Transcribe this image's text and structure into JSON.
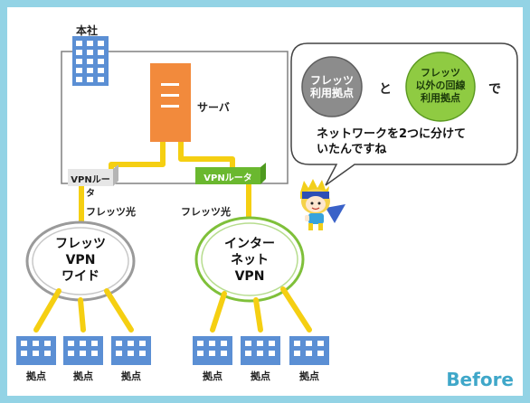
{
  "hq_label": "本社",
  "server_label": "サーバ",
  "router_left_label": "VPNルータ",
  "router_right_label": "VPNルータ",
  "line_left_label": "フレッツ光",
  "line_right_label": "フレッツ光",
  "cloud_left_label": "フレッツ\nVPN\nワイド",
  "cloud_right_label": "インター\nネット\nVPN",
  "branch_label": "拠点",
  "bubble": {
    "circle_gray": "フレッツ\n利用拠点",
    "connector_and": "と",
    "circle_green": "フレッツ\n以外の回線\n利用拠点",
    "connector_de": "で",
    "message": "ネットワークを2つに分けて\nいたんですね"
  },
  "corner_label": "Before",
  "colors": {
    "background": "#93d3e5",
    "building": "#5b8fd4",
    "server": "#f28a3c",
    "link_yellow": "#f5cf12",
    "router_left": "#d9d9d9",
    "router_right": "#6ab82f",
    "cloud_left_ring": "#9a9a9a",
    "cloud_right_ring": "#7fc03a",
    "circle_gray_fill": "#8c8c8c",
    "circle_green_fill": "#8fcb42",
    "before_text": "#3fa7c9"
  },
  "icons": [
    "office-building-icon",
    "server-icon",
    "router-icon",
    "mascot-character-icon"
  ]
}
